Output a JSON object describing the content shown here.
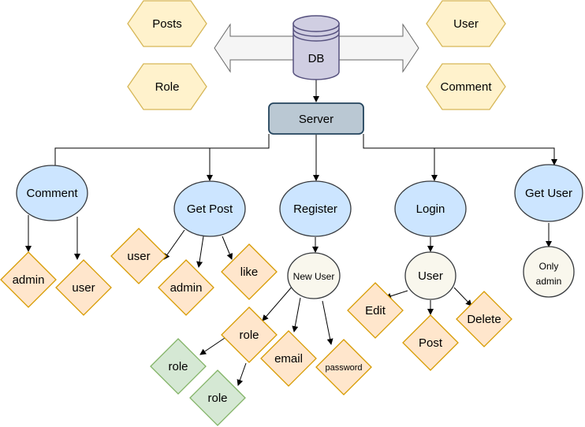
{
  "colors": {
    "hexagon_fill": "#fff2cc",
    "hexagon_stroke": "#d6b656",
    "db_fill": "#d0cee2",
    "db_stroke": "#56517e",
    "arrow_fill": "#f5f5f5",
    "arrow_stroke": "#666666",
    "server_fill": "#bac8d3",
    "server_stroke": "#23445d",
    "ellipse_blue_fill": "#cce5ff",
    "ellipse_blue_stroke": "#36393d",
    "ellipse_cream_fill": "#f9f7ed",
    "ellipse_cream_stroke": "#36393d",
    "diamond_orange_fill": "#ffe6cc",
    "diamond_orange_stroke": "#d79b00",
    "diamond_green_fill": "#d5e8d4",
    "diamond_green_stroke": "#82b366",
    "edge": "#000000"
  },
  "entities": {
    "posts": "Posts",
    "role": "Role",
    "user": "User",
    "comment": "Comment"
  },
  "database": {
    "label": "DB"
  },
  "server": {
    "label": "Server"
  },
  "endpoints": {
    "comment": "Comment",
    "get_post": "Get Post",
    "register": "Register",
    "login": "Login",
    "get_user": "Get User"
  },
  "comment_children": {
    "admin": "admin",
    "user": "user"
  },
  "get_post_children": {
    "user": "user",
    "admin": "admin",
    "like": "like"
  },
  "register_children": {
    "new_user": "New User",
    "role": "role",
    "email": "email",
    "password": "password",
    "role_options": [
      "role",
      "role"
    ]
  },
  "login_children": {
    "user": "User",
    "edit": "Edit",
    "post": "Post",
    "delete": "Delete"
  },
  "get_user_children": {
    "only_admin_line1": "Only",
    "only_admin_line2": "admin"
  }
}
